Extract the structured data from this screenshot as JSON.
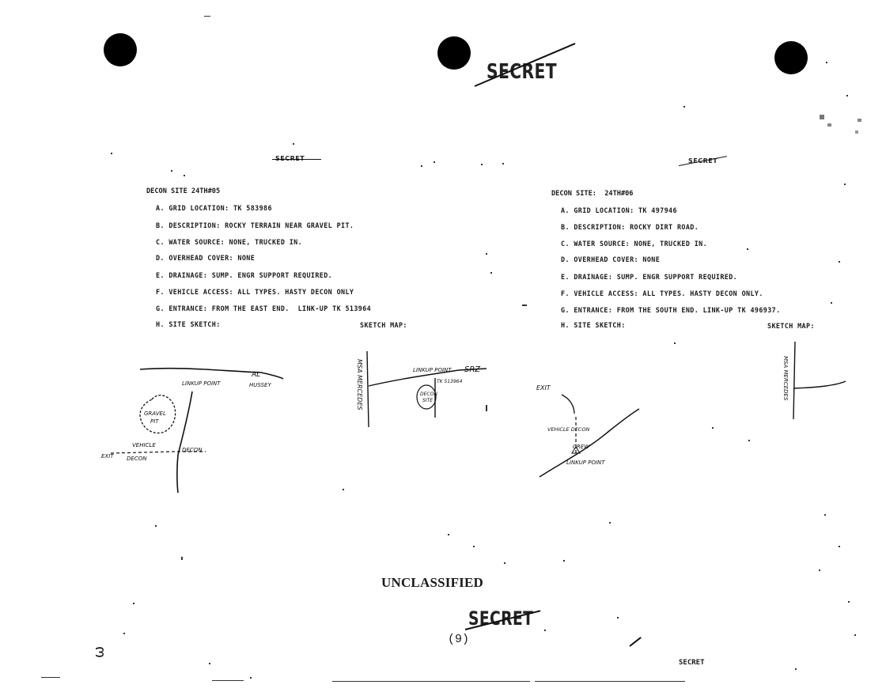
{
  "stamps": {
    "top_secret": "SECRET",
    "left_header_stamp": "SECRET",
    "right_header_stamp": "SECRET",
    "bottom_secret": "SECRET",
    "footer_secret": "SECRET"
  },
  "classification_title": "UNCLASSIFIED",
  "page_number": "(9)",
  "corner_mark": "ω",
  "left_site": {
    "header": "DECON SITE 24TH#05",
    "lines": [
      "A. GRID LOCATION: TK 583986",
      "B. DESCRIPTION: ROCKY TERRAIN NEAR GRAVEL PIT.",
      "C. WATER SOURCE: NONE, TRUCKED IN.",
      "D. OVERHEAD COVER: NONE",
      "E. DRAINAGE: SUMP. ENGR SUPPORT REQUIRED.",
      "F. VEHICLE ACCESS: ALL TYPES. HASTY DECON ONLY",
      "G. ENTRANCE: FROM THE EAST END.  LINK-UP TK 513964",
      "H. SITE SKETCH:"
    ],
    "sketch_map_label": "SKETCH MAP:",
    "sketch": {
      "linkup": "LINKUP POINT",
      "al": "AL",
      "al2": "HUSSEY",
      "gravel": "GRAVEL",
      "pit": "PIT",
      "vehicle": "VEHICLE",
      "decon": "DECON",
      "exit": "EXIT",
      "decon2": "DECON"
    },
    "map": {
      "msa": "MSA MERCEDES",
      "linkup": "LINKUP POINT",
      "srz": "SRZ",
      "grid": "TK 513964",
      "site1": "DECON",
      "site2": "SITE"
    }
  },
  "right_site": {
    "header": "DECON SITE:  24TH#06",
    "lines": [
      "A. GRID LOCATION: TK 497946",
      "B. DESCRIPTION: ROCKY DIRT ROAD.",
      "C. WATER SOURCE: NONE, TRUCKED IN.",
      "D. OVERHEAD COVER: NONE",
      "E. DRAINAGE: SUMP. ENGR SUPPORT REQUIRED.",
      "F. VEHICLE ACCESS: ALL TYPES. HASTY DECON ONLY.",
      "G. ENTRANCE: FROM THE SOUTH END. LINK-UP TK 496937.",
      "H. SITE SKETCH:"
    ],
    "sketch_map_label": "SKETCH MAP:",
    "sketch": {
      "exit": "EXIT",
      "vehicle_decon": "VEHICLE DECON",
      "crew": "CREW",
      "linkup": "LINKUP POINT"
    },
    "map": {
      "msa": "MSA MERCEDES"
    }
  }
}
